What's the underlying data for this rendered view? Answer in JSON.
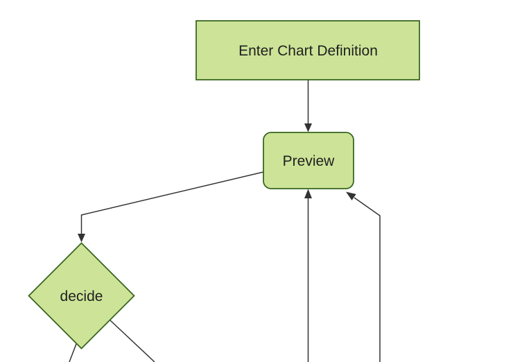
{
  "diagram": {
    "type": "flowchart",
    "direction": "top-down",
    "background": "#ffffff",
    "nodes": [
      {
        "id": "enter-chart-definition",
        "label": "Enter Chart Definition",
        "shape": "rectangle"
      },
      {
        "id": "preview",
        "label": "Preview",
        "shape": "rounded-rectangle"
      },
      {
        "id": "decide",
        "label": "decide",
        "shape": "diamond"
      }
    ],
    "edges": [
      {
        "from": "enter-chart-definition",
        "to": "preview",
        "arrow": true
      },
      {
        "from": "preview",
        "to": "decide",
        "arrow": true
      },
      {
        "from": "offscreen-bottom",
        "to": "preview",
        "arrow": true,
        "cut_off": true
      },
      {
        "from": "offscreen-bottom",
        "to": "preview",
        "arrow": true,
        "cut_off": true
      },
      {
        "from": "decide",
        "to": "offscreen-bottom",
        "arrow": false,
        "cut_off": true
      },
      {
        "from": "decide",
        "to": "offscreen-bottom",
        "arrow": false,
        "cut_off": true
      }
    ],
    "colors": {
      "node_fill": "#cde498",
      "node_border": "#35641c",
      "edge_line": "#333333",
      "label_text": "#1f1f1f",
      "background": "#ffffff"
    }
  }
}
